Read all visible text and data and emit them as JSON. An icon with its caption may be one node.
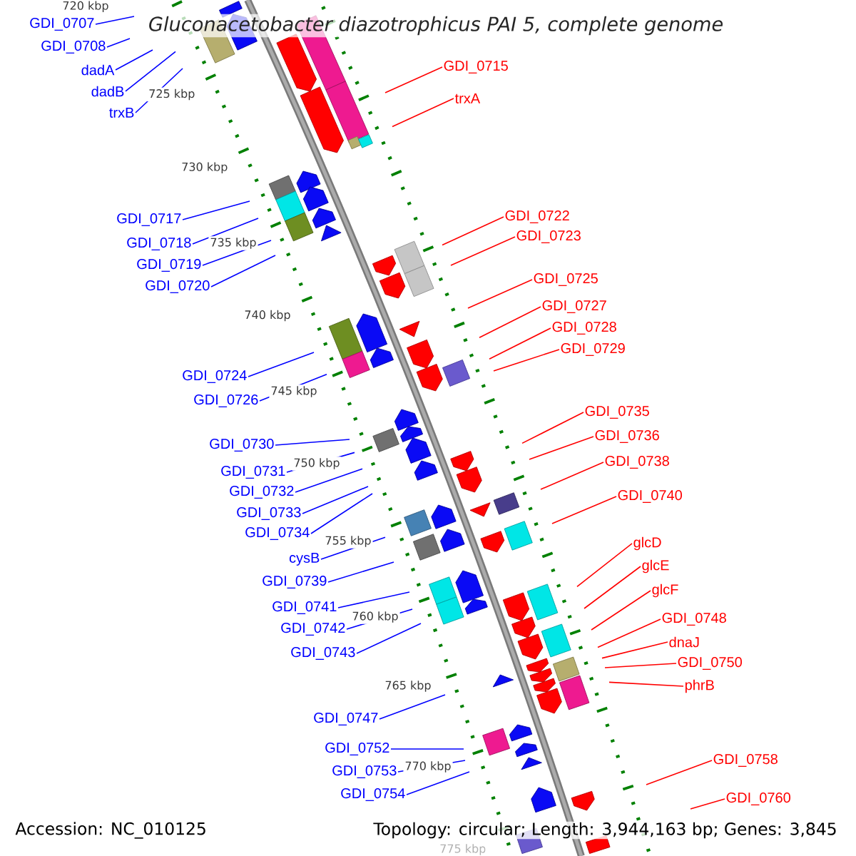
{
  "diagram": {
    "title": "Gluconacetobacter diazotrophicus PAI 5, complete genome",
    "nodes": [
      {
        "text": [
          "GDI_0707"
        ]
      },
      {
        "text": [
          "GDI_0708"
        ]
      },
      {
        "text": [
          "dadA"
        ]
      },
      {
        "text": [
          "dadB"
        ]
      },
      {
        "text": [
          "trxB"
        ]
      },
      {
        "text": [
          "GDI_0717"
        ]
      },
      {
        "text": [
          "GDI_0718"
        ]
      },
      {
        "text": [
          "GDI_0719"
        ]
      },
      {
        "text": [
          "GDI_0720"
        ]
      },
      {
        "text": [
          "GDI_0724"
        ]
      },
      {
        "text": [
          "GDI_0726"
        ]
      },
      {
        "text": [
          "GDI_0730"
        ]
      },
      {
        "text": [
          "GDI_0731"
        ]
      },
      {
        "text": [
          "GDI_0732"
        ]
      },
      {
        "text": [
          "GDI_0733"
        ]
      },
      {
        "text": [
          "GDI_0734"
        ]
      },
      {
        "text": [
          "cysB"
        ]
      },
      {
        "text": [
          "GDI_0739"
        ]
      },
      {
        "text": [
          "GDI_0741"
        ]
      },
      {
        "text": [
          "GDI_0742"
        ]
      },
      {
        "text": [
          "GDI_0743"
        ]
      },
      {
        "text": [
          "GDI_0747"
        ]
      },
      {
        "text": [
          "GDI_0752"
        ]
      },
      {
        "text": [
          "GDI_0753"
        ]
      },
      {
        "text": [
          "GDI_0754"
        ]
      },
      {
        "text": [
          "GDI_0715"
        ]
      },
      {
        "text": [
          "trxA"
        ]
      },
      {
        "text": [
          "GDI_0722"
        ]
      },
      {
        "text": [
          "GDI_0723"
        ]
      },
      {
        "text": [
          "GDI_0725"
        ]
      },
      {
        "text": [
          "GDI_0727"
        ]
      },
      {
        "text": [
          "GDI_0728"
        ]
      },
      {
        "text": [
          "GDI_0729"
        ]
      },
      {
        "text": [
          "GDI_0735"
        ]
      },
      {
        "text": [
          "GDI_0736"
        ]
      },
      {
        "text": [
          "GDI_0738"
        ]
      },
      {
        "text": [
          "GDI_0740"
        ]
      },
      {
        "text": [
          "glcD"
        ]
      },
      {
        "text": [
          "glcE"
        ]
      },
      {
        "text": [
          "glcF"
        ]
      },
      {
        "text": [
          "GDI_0748"
        ]
      },
      {
        "text": [
          "dnaJ"
        ]
      },
      {
        "text": [
          "GDI_0750"
        ]
      },
      {
        "text": [
          "phrB"
        ]
      },
      {
        "text": [
          "GDI_0758"
        ]
      },
      {
        "text": [
          "GDI_0760"
        ]
      }
    ],
    "edges": [
      {
        "from": 0,
        "to": null,
        "arrow": "none"
      },
      {
        "from": 1,
        "to": null,
        "arrow": "none"
      },
      {
        "from": 2,
        "to": null,
        "arrow": "none"
      },
      {
        "from": 3,
        "to": null,
        "arrow": "none"
      },
      {
        "from": 4,
        "to": null,
        "arrow": "none"
      },
      {
        "from": 5,
        "to": null,
        "arrow": "none"
      },
      {
        "from": 6,
        "to": null,
        "arrow": "none"
      },
      {
        "from": 7,
        "to": null,
        "arrow": "none"
      },
      {
        "from": 8,
        "to": null,
        "arrow": "none"
      },
      {
        "from": 9,
        "to": null,
        "arrow": "none"
      },
      {
        "from": 10,
        "to": null,
        "arrow": "none"
      },
      {
        "from": 11,
        "to": null,
        "arrow": "none"
      },
      {
        "from": 12,
        "to": null,
        "arrow": "none"
      },
      {
        "from": 13,
        "to": null,
        "arrow": "none"
      },
      {
        "from": 14,
        "to": null,
        "arrow": "none"
      },
      {
        "from": 15,
        "to": null,
        "arrow": "none"
      },
      {
        "from": 16,
        "to": null,
        "arrow": "none"
      },
      {
        "from": 17,
        "to": null,
        "arrow": "none"
      },
      {
        "from": 18,
        "to": null,
        "arrow": "none"
      },
      {
        "from": 19,
        "to": null,
        "arrow": "none"
      },
      {
        "from": 20,
        "to": null,
        "arrow": "none"
      },
      {
        "from": 21,
        "to": null,
        "arrow": "none"
      },
      {
        "from": 22,
        "to": null,
        "arrow": "none"
      },
      {
        "from": 23,
        "to": null,
        "arrow": "none"
      },
      {
        "from": 24,
        "to": null,
        "arrow": "none"
      },
      {
        "from": 25,
        "to": null,
        "arrow": "none",
        "color": "#ff0000"
      },
      {
        "from": 26,
        "to": null,
        "arrow": "none",
        "color": "#ff0000"
      },
      {
        "from": 27,
        "to": null,
        "arrow": "none",
        "color": "#ff0000"
      },
      {
        "from": 28,
        "to": null,
        "arrow": "none",
        "color": "#ff0000"
      },
      {
        "from": 29,
        "to": null,
        "arrow": "none",
        "color": "#ff0000"
      },
      {
        "from": 30,
        "to": null,
        "arrow": "none",
        "color": "#ff0000"
      },
      {
        "from": 31,
        "to": null,
        "arrow": "none",
        "color": "#ff0000"
      },
      {
        "from": 32,
        "to": null,
        "arrow": "none",
        "color": "#ff0000"
      },
      {
        "from": 33,
        "to": null,
        "arrow": "none",
        "color": "#ff0000"
      },
      {
        "from": 34,
        "to": null,
        "arrow": "none",
        "color": "#ff0000"
      },
      {
        "from": 35,
        "to": null,
        "arrow": "none",
        "color": "#ff0000"
      },
      {
        "from": 36,
        "to": null,
        "arrow": "none",
        "color": "#ff0000"
      },
      {
        "from": 37,
        "to": null,
        "arrow": "none",
        "color": "#ff0000"
      },
      {
        "from": 38,
        "to": null,
        "arrow": "none",
        "color": "#ff0000"
      },
      {
        "from": 39,
        "to": null,
        "arrow": "none",
        "color": "#ff0000"
      },
      {
        "from": 40,
        "to": null,
        "arrow": "none",
        "color": "#ff0000"
      },
      {
        "from": 41,
        "to": null,
        "arrow": "none",
        "color": "#ff0000"
      },
      {
        "from": 42,
        "to": null,
        "arrow": "none",
        "color": "#ff0000"
      },
      {
        "from": 43,
        "to": null,
        "arrow": "none",
        "color": "#ff0000"
      },
      {
        "from": 44,
        "to": null,
        "arrow": "none",
        "color": "#ff0000"
      },
      {
        "from": 45,
        "to": null,
        "arrow": "none",
        "color": "#ff0000"
      }
    ],
    "labels": [
      "720 kbp",
      "725 kbp",
      "730 kbp",
      "735 kbp",
      "740 kbp",
      "745 kbp",
      "750 kbp",
      "755 kbp",
      "760 kbp",
      "765 kbp",
      "770 kbp",
      "775 kbp",
      "Accession: NC_010125",
      "Topology: circular; Length: 3,944,163 bp; Genes: 3,845"
    ]
  }
}
